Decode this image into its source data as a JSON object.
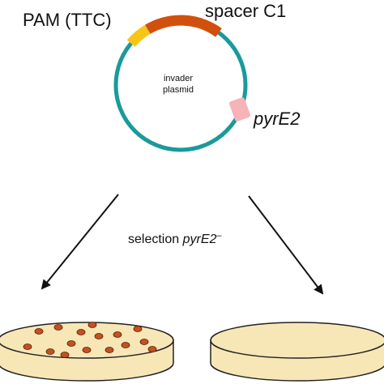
{
  "labels": {
    "pam": "PAM (TTC)",
    "spacer": "spacer C1",
    "invader_line1": "invader",
    "invader_line2": "plasmid",
    "gene": "pyrE2",
    "selection_prefix": "selection ",
    "selection_gene": "pyrE2",
    "selection_superscript": "–"
  },
  "colors": {
    "plasmid": "#1a9a9a",
    "pam": "#f7c516",
    "spacer": "#d2500e",
    "gene": "#f6b3b8",
    "plate_fill": "#f7e7b6",
    "plate_stroke": "#222222",
    "colony_fill": "#c55120",
    "colony_stroke": "#5a1e08"
  },
  "plates": [
    {
      "name": "plate-with-colonies",
      "colony_count": 16
    },
    {
      "name": "plate-empty",
      "colony_count": 0
    }
  ]
}
